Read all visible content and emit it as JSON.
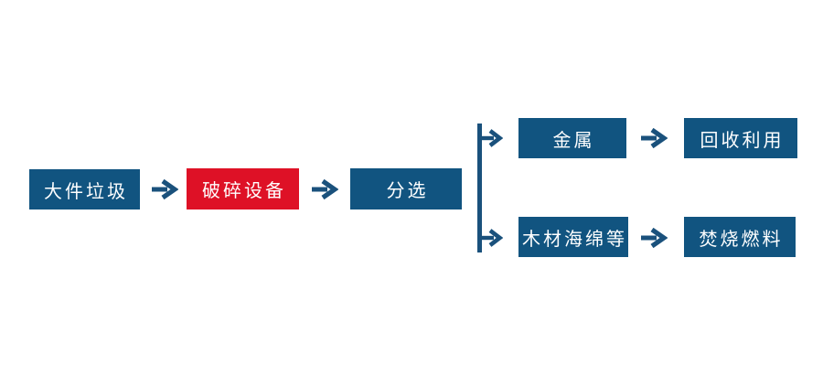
{
  "flowchart": {
    "nodes": {
      "bulky_waste": {
        "label": "大件垃圾"
      },
      "crushing": {
        "label": "破碎设备"
      },
      "sorting": {
        "label": "分选"
      },
      "metal": {
        "label": "金属"
      },
      "recycling": {
        "label": "回收利用"
      },
      "wood_sponge": {
        "label": "木材海绵等"
      },
      "incineration": {
        "label": "焚烧燃料"
      }
    },
    "edges": [
      {
        "from": "大件垃圾",
        "to": "破碎设备"
      },
      {
        "from": "破碎设备",
        "to": "分选"
      },
      {
        "from": "分选",
        "to": "金属"
      },
      {
        "from": "分选",
        "to": "木材海绵等"
      },
      {
        "from": "金属",
        "to": "回收利用"
      },
      {
        "from": "木材海绵等",
        "to": "焚烧燃料"
      }
    ],
    "colors": {
      "node_blue": "#115480",
      "node_red": "#DE1126",
      "arrow_blue": "#1A517C",
      "node_text": "#FFFFFF",
      "background": "#FFFFFF"
    }
  }
}
